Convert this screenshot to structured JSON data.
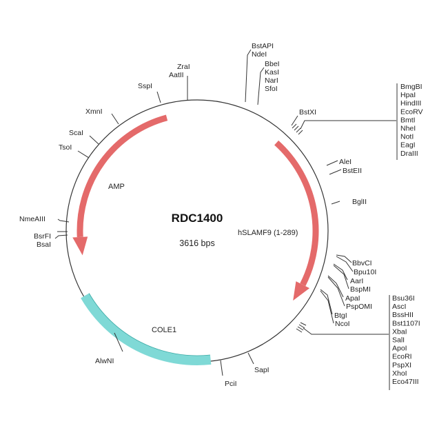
{
  "plasmid": {
    "name": "RDC1400",
    "size": "3616 bps"
  },
  "colors": {
    "backbone": "#333333",
    "amp": "#e46a6a",
    "hslamf9": "#e46a6a",
    "cole1": "#7fd9d6"
  },
  "features": [
    {
      "label": "AMP",
      "type": "arrow",
      "direction": "counterclockwise"
    },
    {
      "label": "hSLAMF9 (1-289)",
      "type": "arrow",
      "direction": "clockwise"
    },
    {
      "label": "COLE1",
      "type": "region"
    }
  ],
  "sites": {
    "top": [
      "BstAPI",
      "NdeI",
      "BbeI",
      "KasI",
      "NarI",
      "SfoI"
    ],
    "bstxi": "BstXI",
    "mcs1": [
      "BmgBI",
      "HpaI",
      "HindIII",
      "EcoRV",
      "BmtI",
      "NheI",
      "NotI",
      "EagI",
      "DraIII"
    ],
    "right": [
      "AleI",
      "BstEII",
      "BglII"
    ],
    "lower_right": [
      "BbvCI",
      "Bpu10I",
      "AarI",
      "BspMI",
      "ApaI",
      "PspOMI",
      "BtgI",
      "NcoI"
    ],
    "mcs2": [
      "Bsu36I",
      "AscI",
      "BssHII",
      "Bst1107I",
      "XbaI",
      "SalI",
      "ApoI",
      "EcoRI",
      "PspXI",
      "XhoI",
      "Eco47III"
    ],
    "bottom": [
      "SapI",
      "PciI",
      "AlwNI"
    ],
    "left": [
      "ZraI",
      "AatII",
      "SspI",
      "XmnI",
      "ScaI",
      "TsoI",
      "NmeAIII",
      "BsrFI",
      "BsaI"
    ]
  }
}
